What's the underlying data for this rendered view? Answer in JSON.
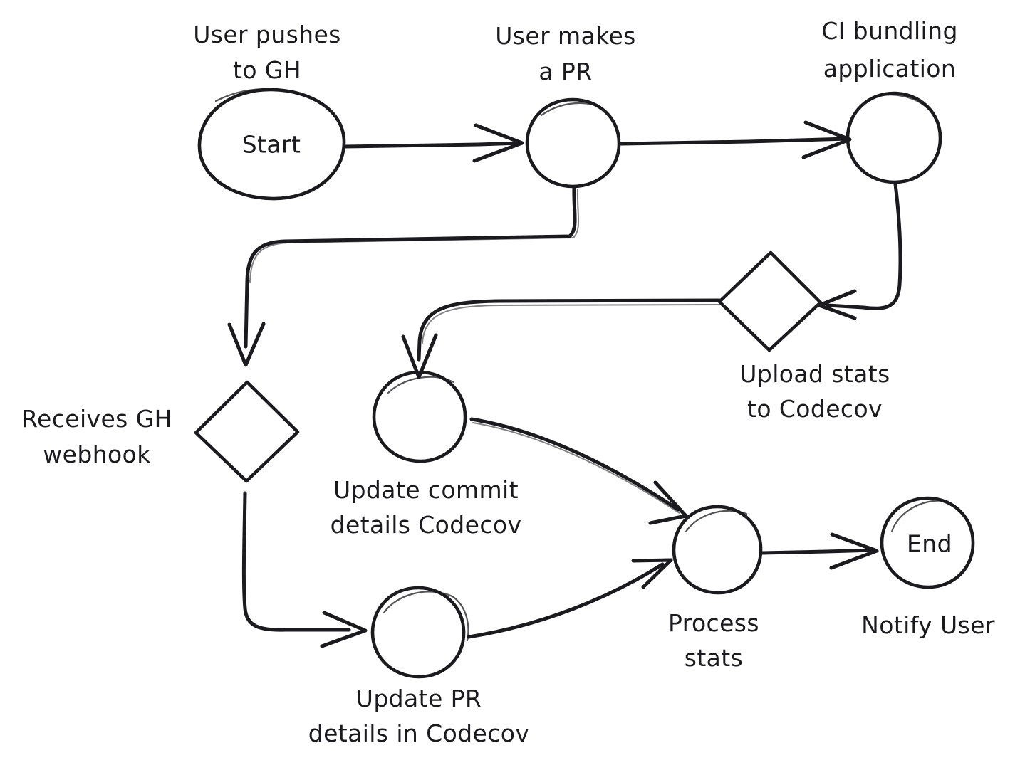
{
  "diagram": {
    "title": "Codecov bundle analysis flow",
    "style": "hand-drawn",
    "background_color": "#ffffff",
    "stroke_color": "#1b1b1f",
    "nodes": [
      {
        "id": "start",
        "shape": "circle",
        "inner_label": "Start",
        "caption_lines": [
          "User pushes",
          "to GH"
        ],
        "caption_position": "above"
      },
      {
        "id": "user-makes-pr",
        "shape": "circle",
        "inner_label": "",
        "caption_lines": [
          "User makes",
          "a PR"
        ],
        "caption_position": "above"
      },
      {
        "id": "ci-bundling",
        "shape": "circle",
        "inner_label": "",
        "caption_lines": [
          "CI bundling",
          "application"
        ],
        "caption_position": "above"
      },
      {
        "id": "upload-stats",
        "shape": "diamond",
        "inner_label": "",
        "caption_lines": [
          "Upload stats",
          "to Codecov"
        ],
        "caption_position": "below"
      },
      {
        "id": "receives-webhook",
        "shape": "diamond",
        "inner_label": "",
        "caption_lines": [
          "Receives GH",
          "webhook"
        ],
        "caption_position": "left"
      },
      {
        "id": "update-commit",
        "shape": "circle",
        "inner_label": "",
        "caption_lines": [
          "Update commit",
          "details Codecov"
        ],
        "caption_position": "below"
      },
      {
        "id": "update-pr",
        "shape": "circle",
        "inner_label": "",
        "caption_lines": [
          "Update PR",
          "details in Codecov"
        ],
        "caption_position": "below"
      },
      {
        "id": "process-stats",
        "shape": "circle",
        "inner_label": "",
        "caption_lines": [
          "Process",
          "stats"
        ],
        "caption_position": "below"
      },
      {
        "id": "end",
        "shape": "circle",
        "inner_label": "End",
        "caption_lines": [
          "Notify User"
        ],
        "caption_position": "below"
      }
    ],
    "edges": [
      {
        "id": "start-to-pr",
        "from": "start",
        "to": "user-makes-pr",
        "label": ""
      },
      {
        "id": "pr-to-ci",
        "from": "user-makes-pr",
        "to": "ci-bundling",
        "label": ""
      },
      {
        "id": "pr-to-webhook",
        "from": "user-makes-pr",
        "to": "receives-webhook",
        "label": ""
      },
      {
        "id": "ci-to-upload",
        "from": "ci-bundling",
        "to": "upload-stats",
        "label": ""
      },
      {
        "id": "upload-to-commit",
        "from": "upload-stats",
        "to": "update-commit",
        "label": ""
      },
      {
        "id": "webhook-to-pr-details",
        "from": "receives-webhook",
        "to": "update-pr",
        "label": ""
      },
      {
        "id": "commit-to-process",
        "from": "update-commit",
        "to": "process-stats",
        "label": ""
      },
      {
        "id": "pr-details-to-process",
        "from": "update-pr",
        "to": "process-stats",
        "label": ""
      },
      {
        "id": "process-to-end",
        "from": "process-stats",
        "to": "end",
        "label": ""
      }
    ],
    "labels": {
      "start_caption_1": "User pushes",
      "start_caption_2": "to GH",
      "start_inner": "Start",
      "pr_caption_1": "User makes",
      "pr_caption_2": "a PR",
      "ci_caption_1": "CI bundling",
      "ci_caption_2": "application",
      "upload_caption_1": "Upload stats",
      "upload_caption_2": "to Codecov",
      "webhook_caption_1": "Receives GH",
      "webhook_caption_2": "webhook",
      "commit_caption_1": "Update commit",
      "commit_caption_2": "details Codecov",
      "prdetails_caption_1": "Update PR",
      "prdetails_caption_2": "details in Codecov",
      "process_caption_1": "Process",
      "process_caption_2": "stats",
      "end_inner": "End",
      "end_caption_1": "Notify User"
    }
  }
}
